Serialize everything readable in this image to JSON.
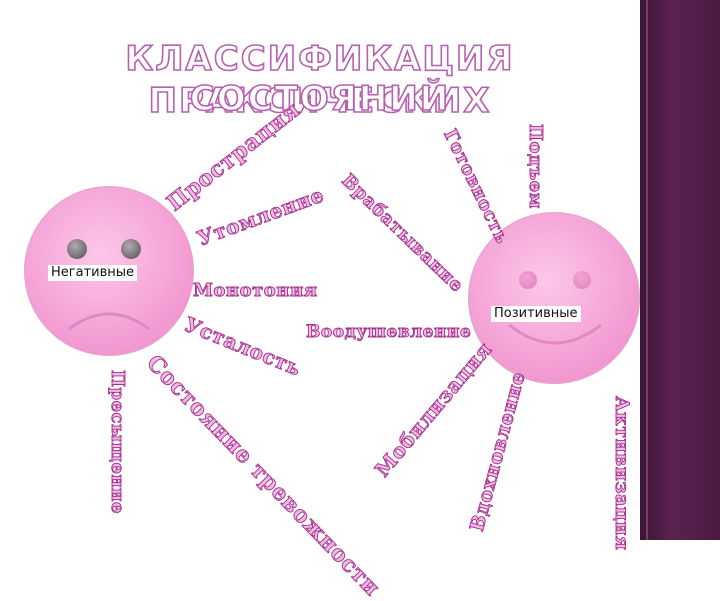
{
  "title": {
    "line1": "КЛАССИФИКАЦИЯ ПРАКСИЧЕСКИХ",
    "line2": "СОСТОЯНИЙ"
  },
  "faces": {
    "negative": {
      "label": "Негативные",
      "expression": "sad"
    },
    "positive": {
      "label": "Позитивные",
      "expression": "happy"
    }
  },
  "negative_states": [
    "Прострация",
    "Утомление",
    "Монотония",
    "Усталость",
    "Состояние тревожности",
    "Пресыщение"
  ],
  "positive_states": [
    "Подъем",
    "Готовность",
    "Врабатывание",
    "Воодушевление",
    "Мобилизация",
    "Вдохновление",
    "Активизация"
  ],
  "colors": {
    "word_fill": "#f7b6e4",
    "word_outline": "#a0308f",
    "face": "#f5a3d6",
    "title_outline": "#b660b0",
    "strip": "#4a1a40"
  }
}
